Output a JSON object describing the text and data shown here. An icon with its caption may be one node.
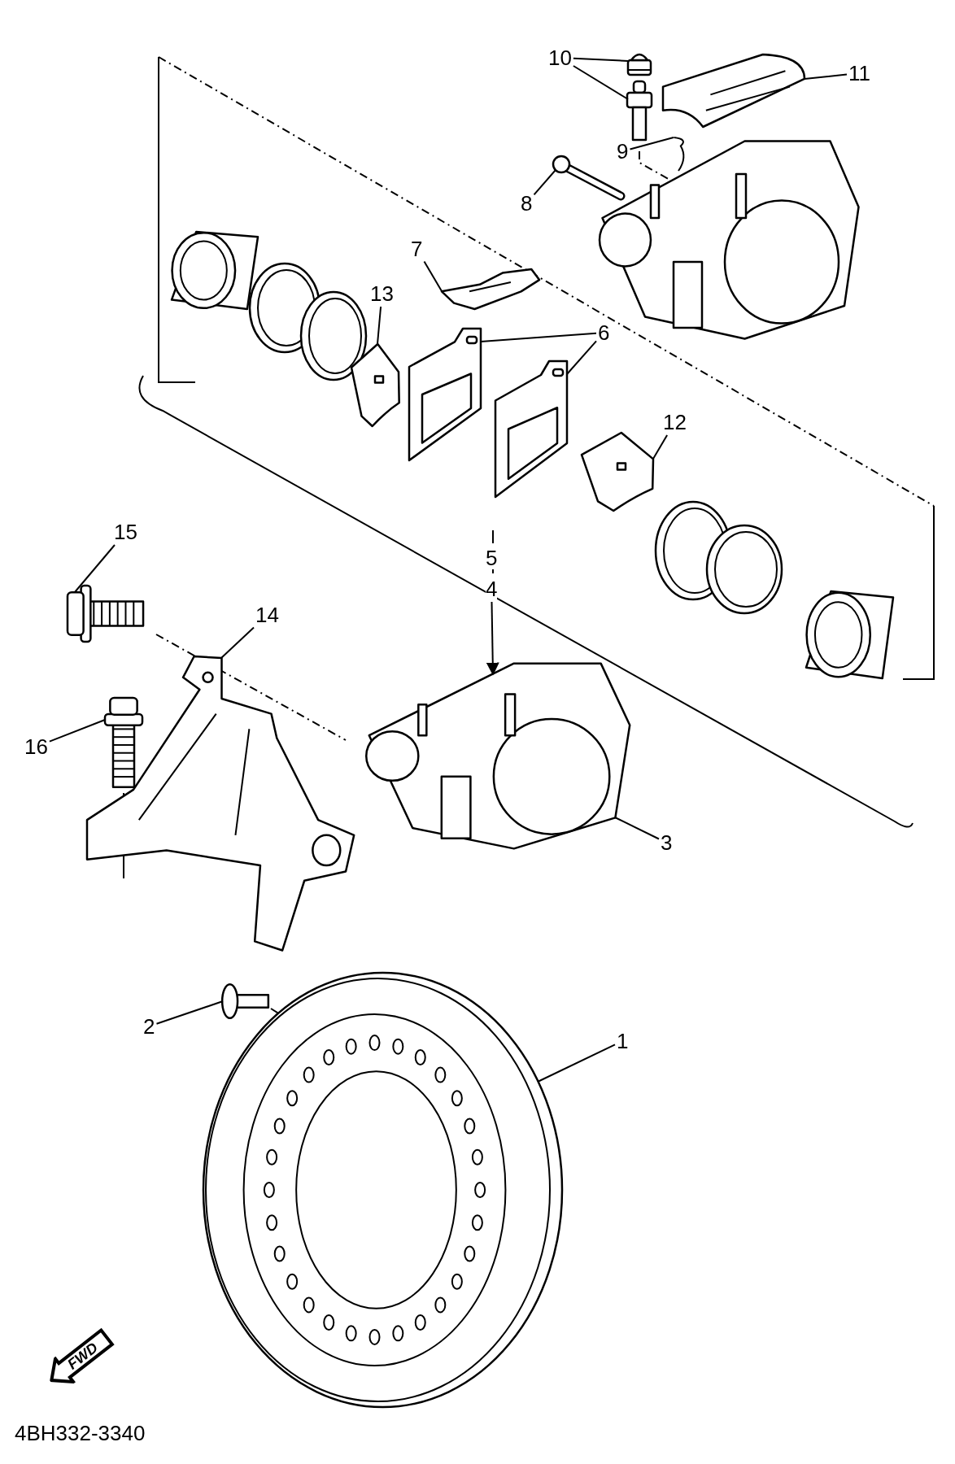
{
  "diagram": {
    "nodes": [
      {
        "text": [
          "10"
        ]
      },
      {
        "text": [],
        "shape": "picture"
      },
      {
        "text": [],
        "shape": "picture"
      },
      {
        "text": [
          "11"
        ]
      },
      {
        "text": [],
        "shape": "picture"
      },
      {
        "text": [
          "9"
        ]
      },
      {
        "text": [],
        "shape": "picture"
      },
      {
        "text": [
          "8"
        ]
      },
      {
        "text": [],
        "shape": "picture"
      },
      {
        "text": [
          "7"
        ]
      },
      {
        "text": [],
        "shape": "picture"
      },
      {
        "text": [
          "13"
        ]
      },
      {
        "text": [],
        "shape": "picture"
      },
      {
        "text": [
          "6"
        ]
      },
      {
        "text": [],
        "shape": "picture"
      },
      {
        "text": [],
        "shape": "picture"
      },
      {
        "text": [
          "12"
        ]
      },
      {
        "text": [],
        "shape": "picture"
      },
      {
        "text": [
          "15"
        ]
      },
      {
        "text": [],
        "shape": "picture"
      },
      {
        "text": [
          "14"
        ]
      },
      {
        "text": [
          "4"
        ]
      },
      {
        "text": [],
        "shape": "picture"
      },
      {
        "text": [
          "16"
        ]
      },
      {
        "text": [],
        "shape": "picture"
      },
      {
        "text": [],
        "shape": "picture"
      },
      {
        "text": [
          "3"
        ]
      },
      {
        "text": [
          "2"
        ]
      },
      {
        "text": [],
        "shape": "picture"
      },
      {
        "text": [
          "1"
        ]
      },
      {
        "text": [],
        "shape": "picture"
      },
      {
        "text": [
          "FWD"
        ]
      }
    ],
    "edges": [
      {
        "from": 0,
        "to": 1,
        "arrow": "none"
      },
      {
        "from": 0,
        "to": 2,
        "arrow": "none"
      },
      {
        "from": 3,
        "to": 4,
        "arrow": "none"
      },
      {
        "from": 5,
        "to": 6,
        "arrow": "none"
      },
      {
        "from": 7,
        "to": 8,
        "arrow": "none"
      },
      {
        "from": 9,
        "to": 10,
        "arrow": "none"
      },
      {
        "from": 11,
        "to": 12,
        "arrow": "none"
      },
      {
        "from": 13,
        "to": 14,
        "arrow": "none"
      },
      {
        "from": 13,
        "to": 15,
        "arrow": "none"
      },
      {
        "from": 16,
        "to": 17,
        "arrow": "none"
      },
      {
        "from": 18,
        "to": 19,
        "arrow": "none"
      },
      {
        "from": 20,
        "to": 25,
        "arrow": "none"
      },
      {
        "from": 21,
        "to": 22,
        "arrow": "to"
      },
      {
        "from": 23,
        "to": 24,
        "arrow": "none"
      },
      {
        "from": 26,
        "to": 22,
        "arrow": "none"
      },
      {
        "from": 27,
        "to": 28,
        "arrow": "none"
      },
      {
        "from": 29,
        "to": 30,
        "arrow": "none"
      }
    ],
    "labels": [
      "5",
      "4BH332-3340"
    ]
  }
}
